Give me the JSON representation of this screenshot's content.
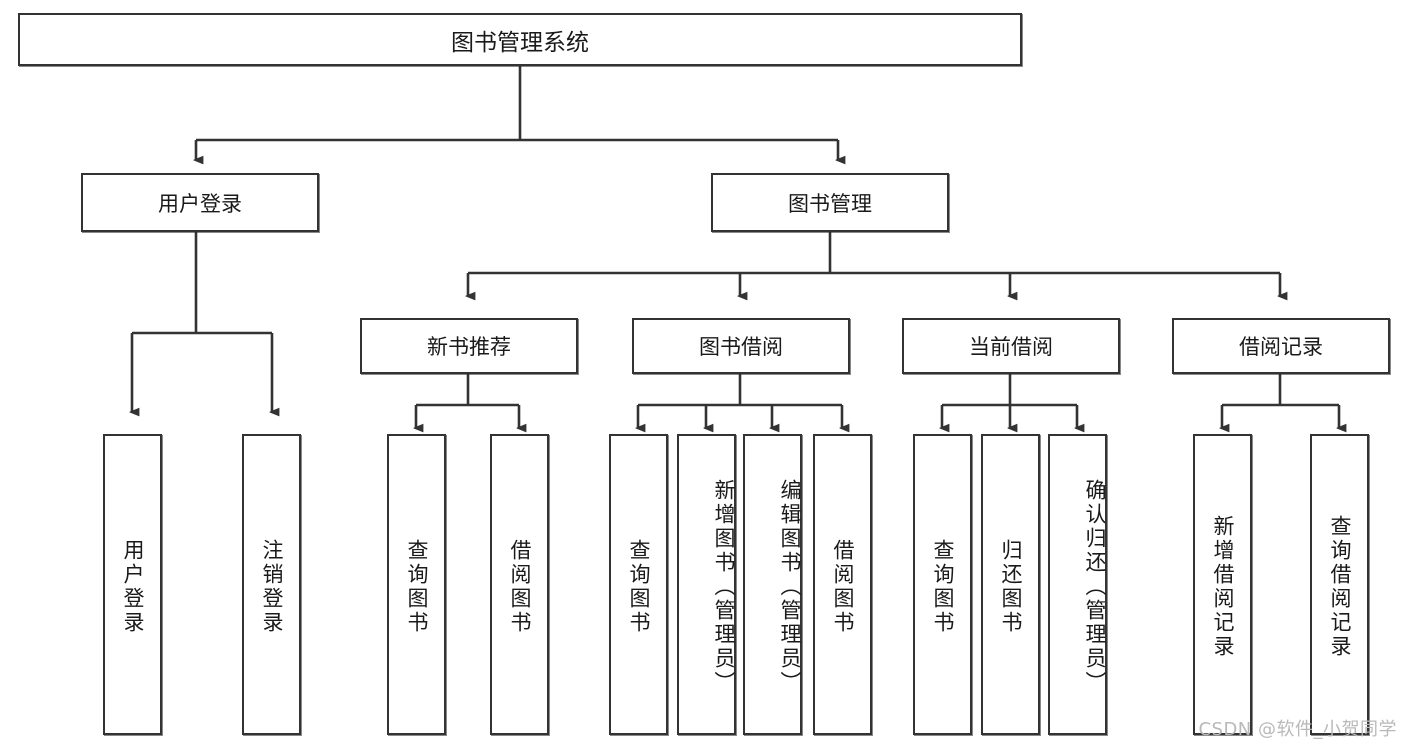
{
  "diagram": {
    "title": "图书管理系统",
    "watermark": "CSDN @软件_小贺同学",
    "colors": {
      "stroke": "#333333",
      "text": "#1a1a1a",
      "background": "#ffffff",
      "watermark": "#b9b9b9"
    },
    "nodes": {
      "root": {
        "label": "图书管理系统"
      },
      "level2": [
        {
          "label": "用户登录"
        },
        {
          "label": "图书管理"
        }
      ],
      "level3": [
        {
          "label": "新书推荐"
        },
        {
          "label": "图书借阅"
        },
        {
          "label": "当前借阅"
        },
        {
          "label": "借阅记录"
        }
      ],
      "leaves": {
        "user_login": [
          {
            "label": "用户登录"
          },
          {
            "label": "注销登录"
          }
        ],
        "new_book_recommend": [
          {
            "label": "查询图书"
          },
          {
            "label": "借阅图书"
          }
        ],
        "book_borrow": [
          {
            "label": "查询图书"
          },
          {
            "label": "新增图书（管理员）"
          },
          {
            "label": "编辑图书（管理员）"
          },
          {
            "label": "借阅图书"
          }
        ],
        "current_borrow": [
          {
            "label": "查询图书"
          },
          {
            "label": "归还图书"
          },
          {
            "label": "确认归还（管理员）"
          }
        ],
        "borrow_record": [
          {
            "label": "新增借阅记录"
          },
          {
            "label": "查询借阅记录"
          }
        ]
      }
    }
  }
}
